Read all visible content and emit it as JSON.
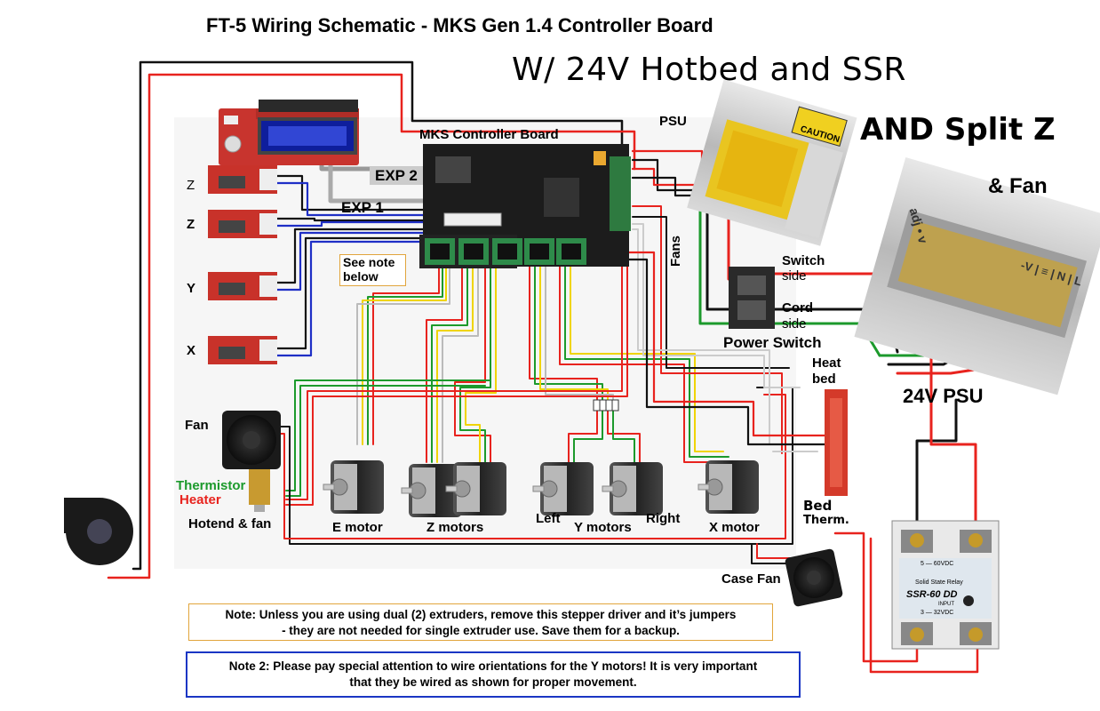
{
  "title": "FT-5 Wiring Schematic - MKS Gen 1.4 Controller Board",
  "subtitle": "W/ 24V Hotbed and SSR",
  "split_z": "AND Split Z",
  "and_fan": "& Fan",
  "labels": {
    "psu": "PSU",
    "controller": "MKS Controller Board",
    "exp2": "EXP 2",
    "exp1": "EXP 1",
    "z1": "Z",
    "z2": "Z",
    "y": "Y",
    "x": "X",
    "see_note_1": "See note",
    "see_note_2": "below",
    "fans": "Fans",
    "switch_side_1": "Switch",
    "switch_side_2": "side",
    "cord_side_1": "Cord",
    "cord_side_2": "side",
    "power_switch": "Power Switch",
    "psu24": "24V PSU",
    "heat_bed_1": "Heat",
    "heat_bed_2": "bed",
    "fan": "Fan",
    "thermistor": "Thermistor",
    "heater": "Heater",
    "hotend_fan": "Hotend & fan",
    "e_motor": "E motor",
    "z_motors": "Z motors",
    "left": "Left",
    "y_motors": "Y motors",
    "right": "Right",
    "x_motor": "X motor",
    "bed": "Bed",
    "therm": "Therm.",
    "case_fan": "Case Fan",
    "ssr_name": "SSR-60 DD",
    "ssr_sub": "Solid State Relay",
    "ssr_top": "5 — 60VDC",
    "ssr_bot": "3 — 32VDC",
    "ssr_input": "INPUT",
    "caution": "CAUTION",
    "adj_v": "adj • v",
    "psu_terminals": "-V  | ≡ | N | L"
  },
  "notes": {
    "note1_line1": "Note: Unless you are using dual (2) extruders, remove this stepper driver and it’s jumpers",
    "note1_line2": "- they are not needed for single extruder use. Save them for a backup.",
    "note2_line1": "Note 2: Please pay special attention to wire orientations for the Y motors! It is very important",
    "note2_line2": "that they be wired as shown for proper movement."
  },
  "colors": {
    "red": "#e8231e",
    "black": "#111111",
    "green": "#1c9a2c",
    "yellow": "#f0d400",
    "blue": "#1f2fc6",
    "board": "#1c1c1c",
    "endstop": "#c8322a",
    "driver": "#2e8b4a",
    "note_orange": "#e1a53c",
    "note_blue": "#1a36c4"
  }
}
